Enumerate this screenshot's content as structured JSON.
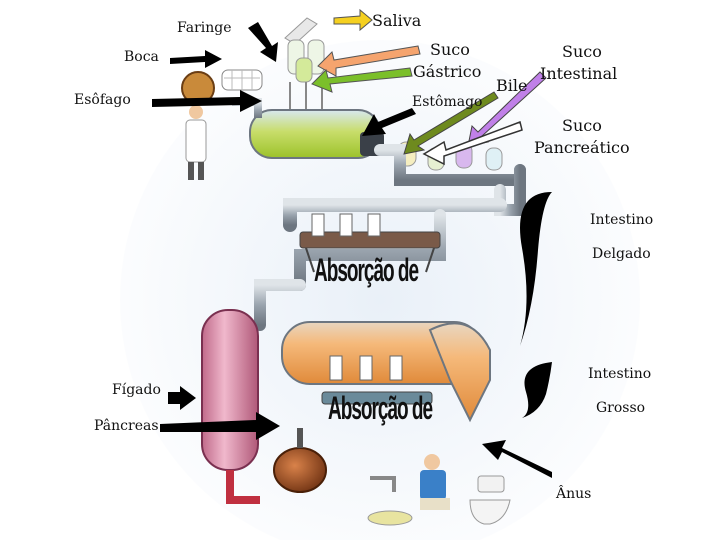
{
  "labels": {
    "faringe": "Faringe",
    "saliva": "Saliva",
    "boca": "Boca",
    "esofago": "Esôfago",
    "suco_gastrico_1": "Suco",
    "suco_gastrico_2": "Gástrico",
    "estomago": "Estômago",
    "bile": "Bile",
    "suco_intestinal_1": "Suco",
    "suco_intestinal_2": "Intestinal",
    "suco_pancreatico_1": "Suco",
    "suco_pancreatico_2": "Pancreático",
    "intestino_delgado_1": "Intestino",
    "intestino_delgado_2": "Delgado",
    "absorcao_1": "Absorção de",
    "absorcao_2": "Absorção de",
    "intestino_grosso_1": "Intestino",
    "intestino_grosso_2": "Grosso",
    "figado": "Fígado",
    "pancreas": "Pâncreas",
    "anus": "Ânus"
  },
  "colors": {
    "pipe": "#9aa4ae",
    "stomach_fluid": "#b7d93a",
    "large_intestine_fluid": "#f0a55a",
    "liver_tank": "#d98aa8",
    "arrow_saliva": "#f5d020",
    "arrow_suco_gastrico_orange": "#f5a46e",
    "arrow_suco_gastrico_green": "#7bbf2a",
    "arrow_bile": "#6e8a1e",
    "arrow_suco_intestinal": "#c080e8",
    "bracket": "#000000"
  }
}
